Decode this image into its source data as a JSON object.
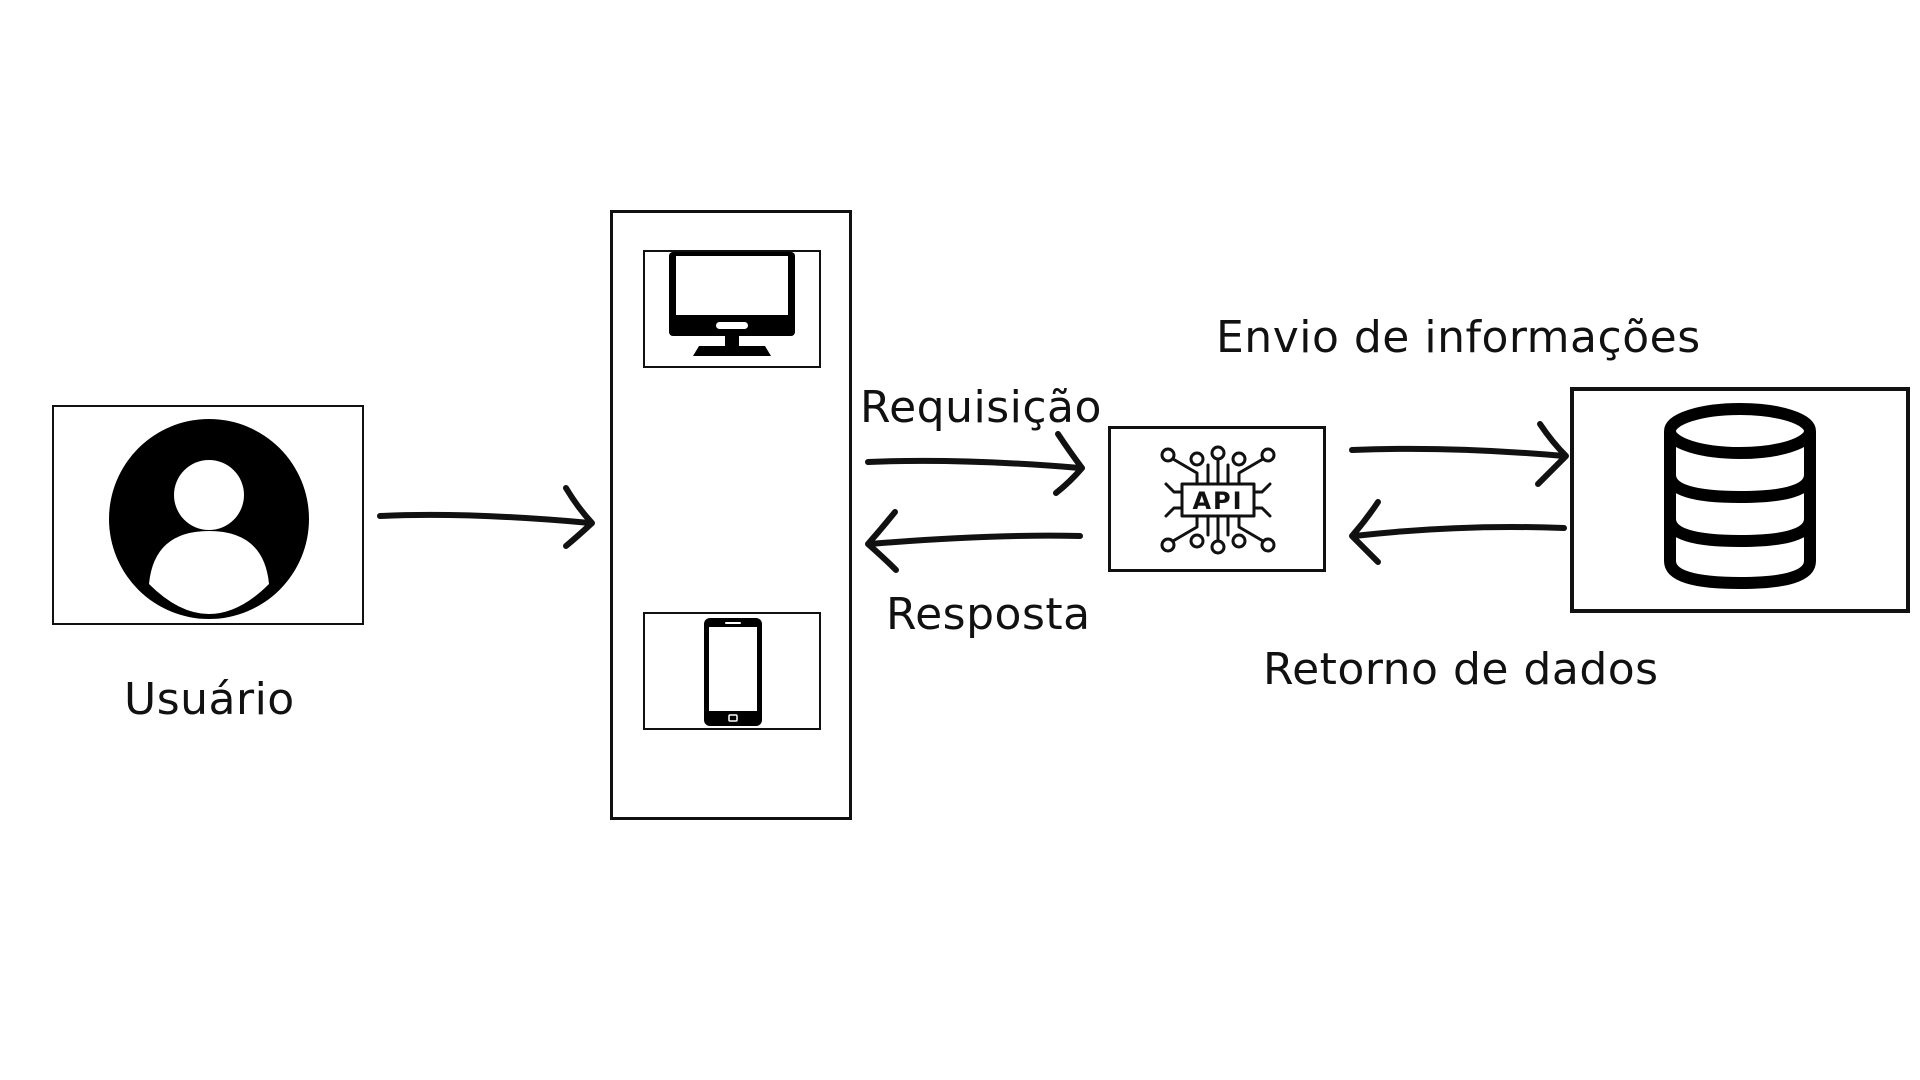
{
  "diagram": {
    "user": {
      "label": "Usuário",
      "icon": "user-avatar-icon"
    },
    "devices": {
      "icons": [
        "desktop-monitor-icon",
        "smartphone-icon"
      ]
    },
    "api": {
      "label": "API",
      "icon": "api-chip-icon"
    },
    "database": {
      "icon": "database-icon"
    },
    "flows": {
      "request": "Requisição",
      "response": "Resposta",
      "send_info": "Envio de informações",
      "return_data": "Retorno de dados"
    }
  }
}
